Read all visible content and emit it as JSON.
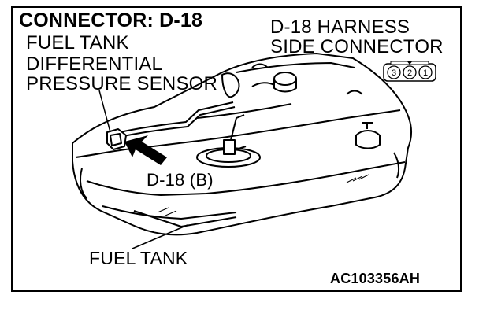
{
  "title": "CONNECTOR: D-18",
  "component": {
    "line1": "FUEL TANK",
    "line2": "DIFFERENTIAL",
    "line3": "PRESSURE SENSOR"
  },
  "harness": {
    "line1": "D-18 HARNESS",
    "line2": "SIDE CONNECTOR",
    "pins": [
      "3",
      "2",
      "1"
    ]
  },
  "connector_label": "D-18 (B)",
  "tank_label": "FUEL TANK",
  "figure_code": "AC103356AH"
}
